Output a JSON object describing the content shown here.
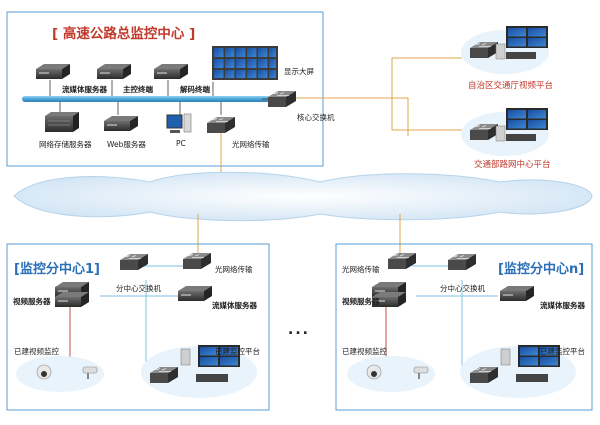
{
  "hq": {
    "title": "[ 高速公路总监控中心 ]",
    "display_wall": "显示大屏",
    "streaming_server": "流媒体服务器",
    "main_encoder": "主控终端",
    "decoder_terminal": "解码终端",
    "core_switch": "核心交换机",
    "nas_server": "网络存储服务器",
    "web_server": "Web服务器",
    "pc": "PC",
    "fiber_transmission": "光网络传输"
  },
  "external": {
    "platform_1": "自治区交通厅视频平台",
    "platform_2": "交通部路网中心平台"
  },
  "sub_center_1": {
    "title": "[监控分中心1]",
    "fiber_transmission": "光网络传输",
    "sub_switch": "分中心交换机",
    "video_server": "视频服务器",
    "streaming_server": "流媒体服务器",
    "existing_monitoring": "已建视频监控",
    "existing_platform": "已建监控平台"
  },
  "sub_center_n": {
    "title": "[监控分中心n]",
    "fiber_transmission": "光网络传输",
    "sub_switch": "分中心交换机",
    "video_server": "视频服务器",
    "streaming_server": "流媒体服务器",
    "existing_monitoring": "已建视频监控",
    "existing_platform": "已建监控平台"
  },
  "ellipsis": "..."
}
